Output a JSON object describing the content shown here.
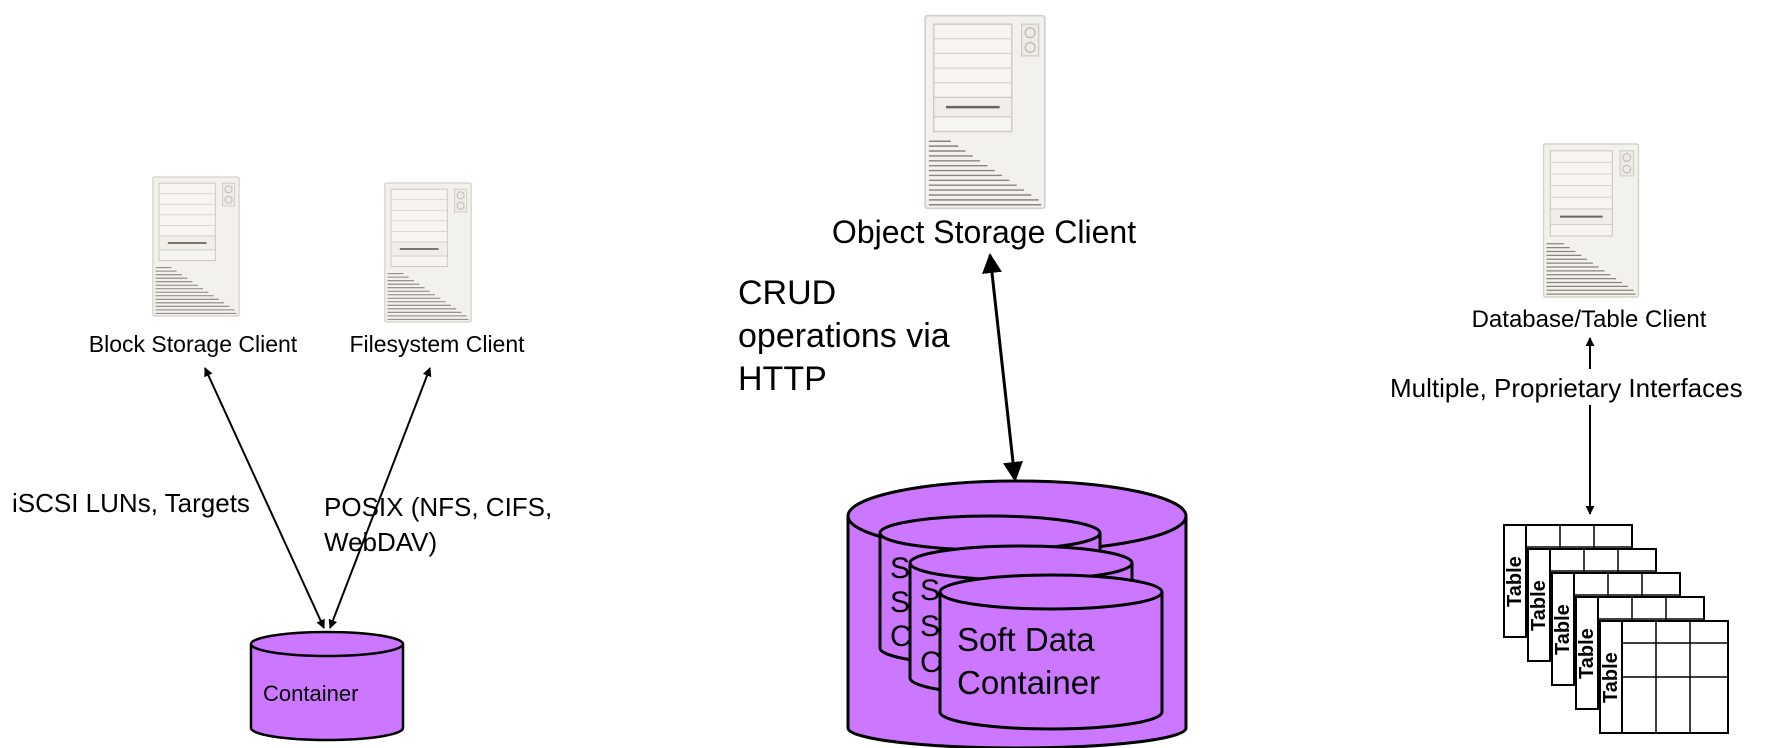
{
  "colors": {
    "container_fill": "#cc77ff",
    "stroke": "#000000",
    "server_body": "#f3f1ee",
    "server_line": "#8a847c",
    "table_fill": "#ffffff"
  },
  "block_section": {
    "block_client_label": "Block Storage Client",
    "fs_client_label": "Filesystem Client",
    "iscsi_label": "iSCSI LUNs, Targets",
    "posix_label_line1": "POSIX (NFS, CIFS,",
    "posix_label_line2": "WebDAV)",
    "container_label": "Container"
  },
  "object_section": {
    "client_label": "Object Storage Client",
    "crud_line1": "CRUD",
    "crud_line2": "operations via",
    "crud_line3": "HTTP",
    "back_container_fragment_1": "S",
    "back_container_fragment_2": "S",
    "back_container_fragment_3": "C",
    "mid_container_fragment_1": "S",
    "mid_container_fragment_2": "S",
    "mid_container_fragment_3": "C",
    "front_container_line1": "Soft Data",
    "front_container_line2": "Container"
  },
  "table_section": {
    "client_label": "Database/Table Client",
    "interfaces_label": "Multiple, Proprietary Interfaces",
    "table_label": "Table"
  }
}
